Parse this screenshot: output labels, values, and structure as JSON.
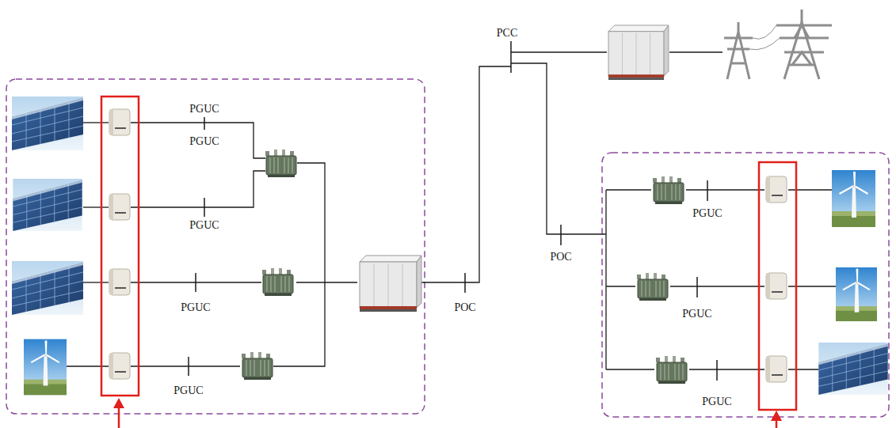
{
  "diagram": {
    "labels": [
      "PCC",
      "PGUC",
      "PGUC",
      "PGUC",
      "PGUC",
      "POC",
      "PGUC",
      "POC",
      "PGUC",
      "PGUC",
      "PGUC"
    ]
  }
}
